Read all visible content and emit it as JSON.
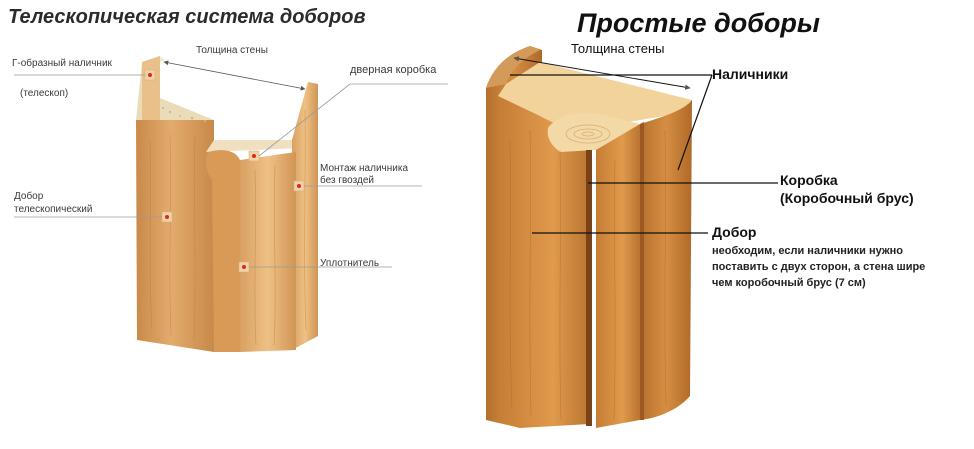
{
  "left_panel": {
    "title": "Телескопическая система доборов",
    "labels": {
      "nalichnik": "Г-образный наличник",
      "teleskop": "(телескоп)",
      "wall_thickness": "Толщина стены",
      "door_box": "дверная коробка",
      "montage": "Монтаж наличника",
      "montage2": "без гвоздей",
      "dobor": "Добор",
      "dobor2": "телескопический",
      "seal": "Уплотнитель"
    }
  },
  "right_panel": {
    "title": "Простые доборы",
    "labels": {
      "wall_thickness": "Толщина стены",
      "nalichniki": "Наличники",
      "korobka": "Коробка",
      "korobka2": "(Коробочный брус)",
      "dobor": "Добор",
      "note": "необходим, если наличники нужно поставить с двух сторон, а стена шире чем коробочный брус (7 см)"
    }
  },
  "colors": {
    "wood_light": "#e0a868",
    "wood_mid": "#c98a48",
    "wood_dark": "#a8672c",
    "chipboard": "#efe4c8",
    "pine_face": "#f1d5a0",
    "pointer_dot": "#d62b1f",
    "leader_line_left": "#9a9a9a",
    "leader_line_right": "#111111"
  }
}
